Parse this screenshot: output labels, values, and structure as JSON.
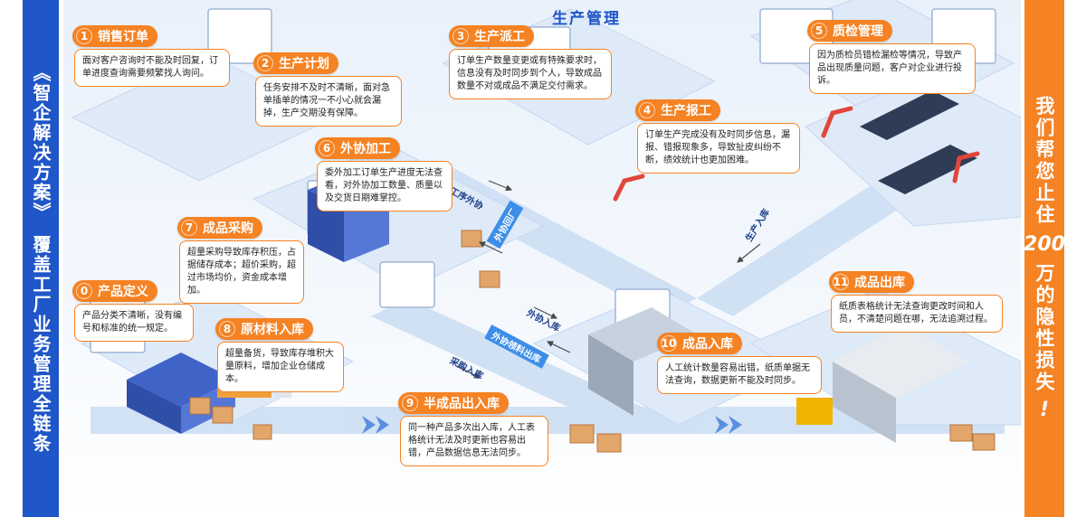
{
  "left_band": {
    "line1": "《智企解决方案》",
    "line2": "覆盖工厂业务管理全链条"
  },
  "right_band": {
    "text_top": "我们帮您止住",
    "number": "200",
    "text_bottom": "万的隐性损失",
    "exclaim": "!"
  },
  "section_title": "生产管理",
  "steps": [
    {
      "num": "1",
      "title": "销售订单",
      "desc": "面对客户咨询时不能及时回复，订单进度查询需要频繁找人询问。"
    },
    {
      "num": "2",
      "title": "生产计划",
      "desc": "任务安排不及时不清晰，面对急单插单的情况一不小心就会漏掉，生产交期没有保障。"
    },
    {
      "num": "3",
      "title": "生产派工",
      "desc": "订单生产数量变更或有特殊要求时，信息没有及时同步到个人，导致成品数量不对或成品不满足交付需求。"
    },
    {
      "num": "4",
      "title": "生产报工",
      "desc": "订单生产完成没有及时同步信息，漏报、错报现象多，导致扯皮纠纷不断，绩效统计也更加困难。"
    },
    {
      "num": "5",
      "title": "质检管理",
      "desc": "因为质检员错检漏检等情况，导致产品出现质量问题，客户对企业进行投诉。"
    },
    {
      "num": "6",
      "title": "外协加工",
      "desc": "委外加工订单生产进度无法查看，对外协加工数量、质量以及交货日期难掌控。"
    },
    {
      "num": "7",
      "title": "成品采购",
      "desc": "超量采购导致库存积压，占据储存成本；超价采购，超过市场均价，资金成本增加。"
    },
    {
      "num": "0",
      "title": "产品定义",
      "desc": "产品分类不清晰，没有编号和标准的统一规定。"
    },
    {
      "num": "8",
      "title": "原材料入库",
      "desc": "超量备货，导致库存堆积大量原料，增加企业仓储成本。"
    },
    {
      "num": "9",
      "title": "半成品出入库",
      "desc": "同一种产品多次出入库，人工表格统计无法及时更新也容易出错，产品数据信息无法同步。"
    },
    {
      "num": "10",
      "title": "成品入库",
      "desc": "人工统计数量容易出错，纸质单据无法查询，数据更新不能及时同步。"
    },
    {
      "num": "11",
      "title": "成品出库",
      "desc": "纸质表格统计无法查询更改时间和人员，不清楚问题在哪，无法追溯过程。"
    }
  ],
  "flows": {
    "process_out": "工序外协",
    "outsource_return": "外协回厂",
    "production_in": "生产入库",
    "outsource_in": "外协入库",
    "outsource_material_out": "外协领料出库",
    "purchase_in": "采购入库"
  },
  "colors": {
    "accent": "#f58223",
    "brand": "#1f56c8",
    "road": "#c9dcf3"
  }
}
